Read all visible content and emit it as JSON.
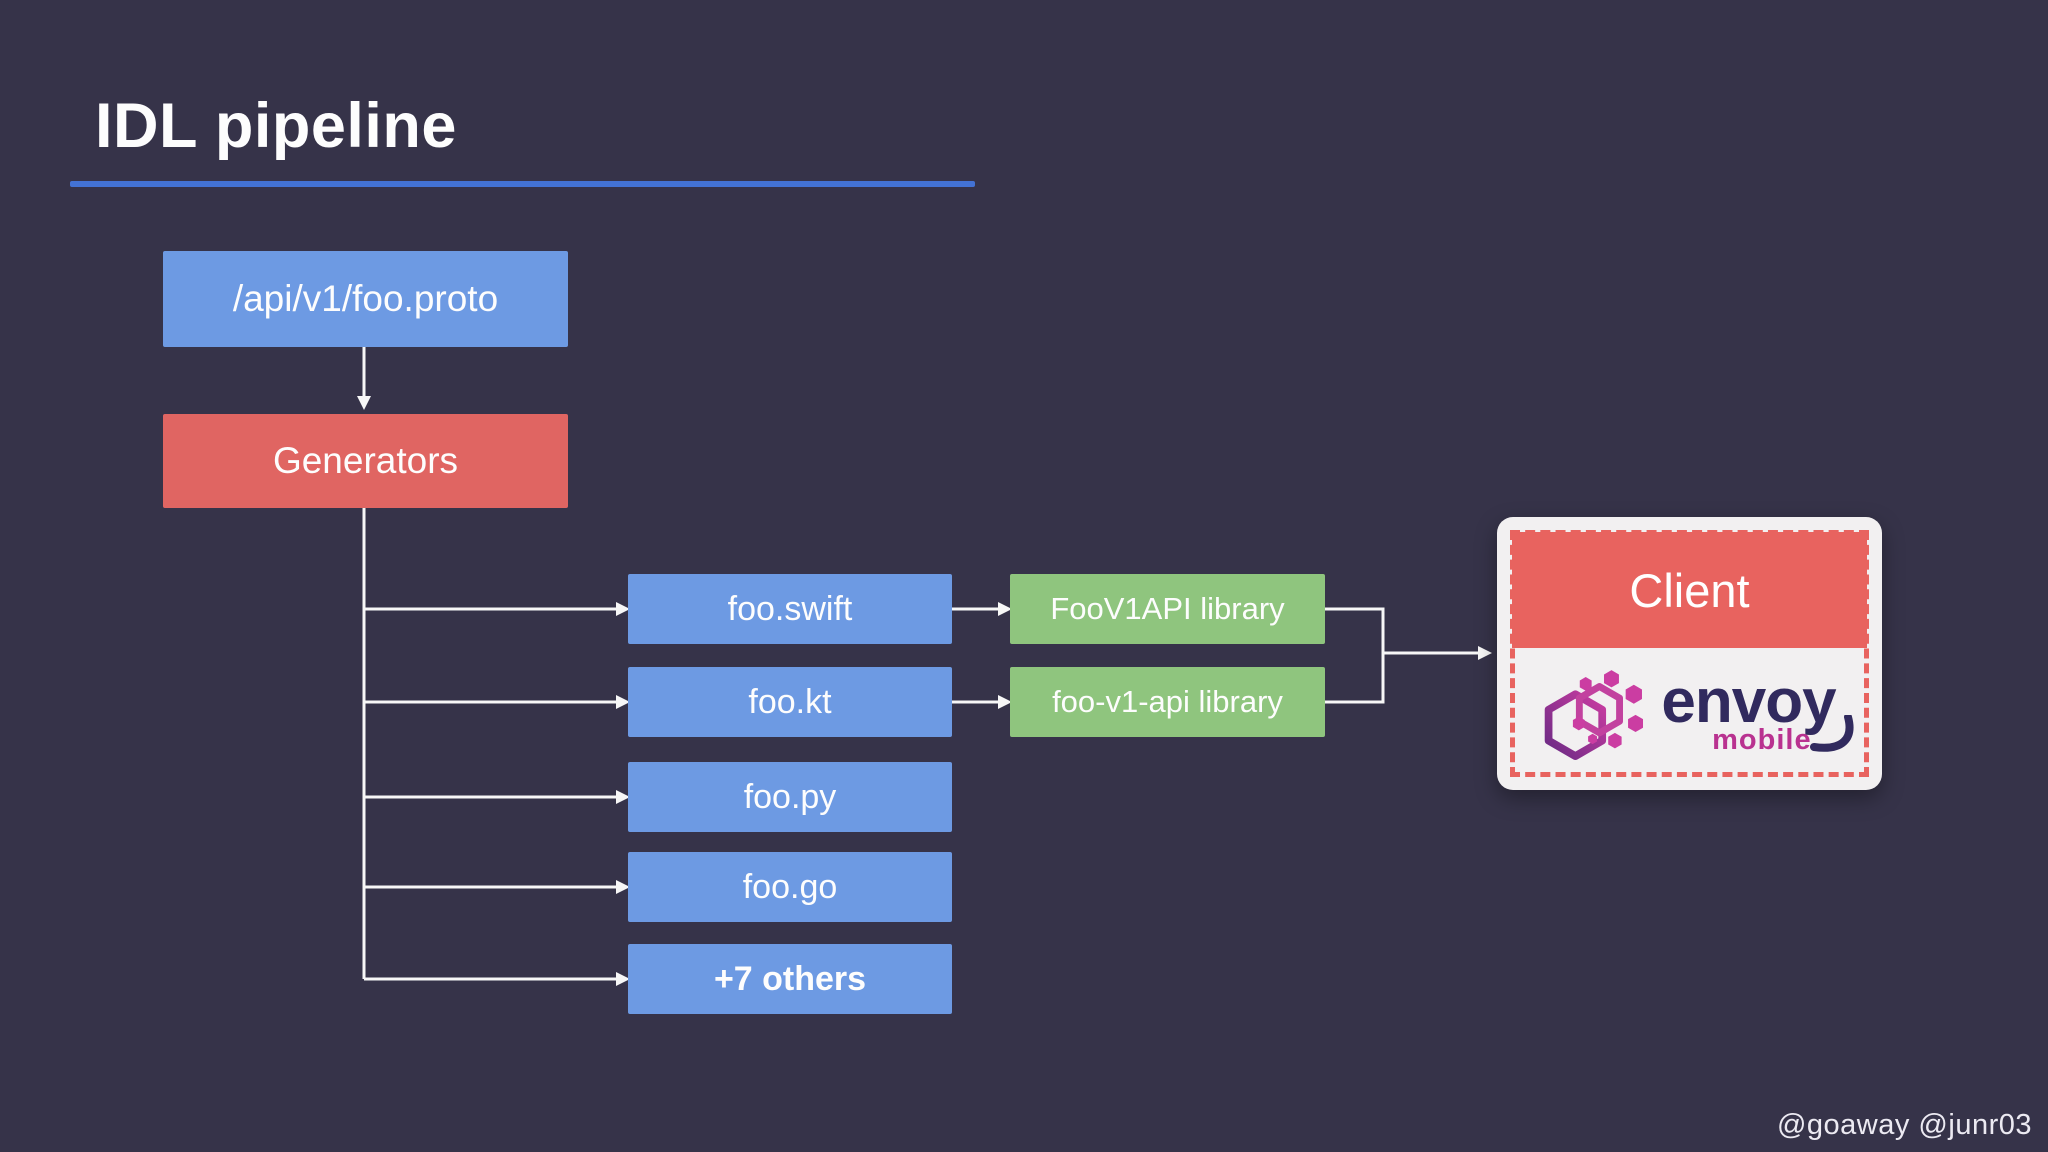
{
  "slide": {
    "title": "IDL pipeline",
    "credit": "@goaway @junr03"
  },
  "colors": {
    "background": "#363349",
    "box_blue": "#6d9ae3",
    "box_red": "#e06562",
    "box_green": "#8fc57e",
    "title_underline": "#4372d4",
    "connector_line": "#f7f7f7",
    "card_background": "#f2f0f1",
    "card_dashed_border": "#e8635f",
    "envoy_wordmark": "#312a5e",
    "envoy_mobile": "#b93290",
    "envoy_hex_pink": "#cb3da2",
    "envoy_hex_purple": "#6a2a84"
  },
  "diagram": {
    "source": {
      "label": "/api/v1/foo.proto"
    },
    "generator": {
      "label": "Generators"
    },
    "outputs": [
      {
        "label": "foo.swift"
      },
      {
        "label": "foo.kt"
      },
      {
        "label": "foo.py"
      },
      {
        "label": "foo.go"
      },
      {
        "label": "+7 others"
      }
    ],
    "libraries": [
      {
        "label": "FooV1API library"
      },
      {
        "label": "foo-v1-api library"
      }
    ],
    "client": {
      "label": "Client",
      "brand": "envoy",
      "brand_sub": "mobile"
    }
  }
}
